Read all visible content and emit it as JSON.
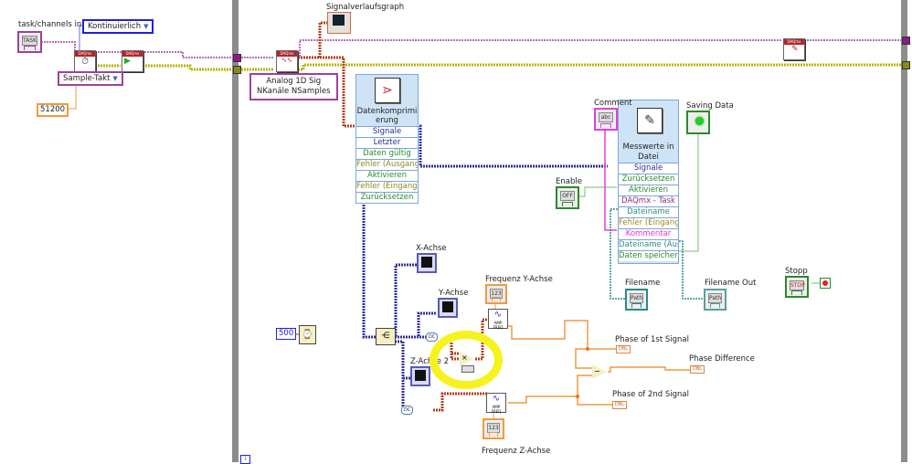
{
  "diagram": {
    "type": "LabVIEW block diagram",
    "left_section": {
      "task_channels_label": "task/channels in",
      "task_control_text": "TASK",
      "sample_mode_ring": "Kontinuierlich",
      "timing_ring": "Sample-Takt",
      "sample_rate_constant": "51200"
    },
    "loop_section": {
      "read_polymorph_ring_line1": "Analog 1D Sig",
      "read_polymorph_ring_line2": "NKanäle NSamples",
      "waveform_graph_label": "Signalverlaufsgraph",
      "data_compression": {
        "title_line1": "Datenkomprimi",
        "title_line2": "erung",
        "terminals": [
          "Signale",
          "Letzter",
          "Daten gültig",
          "Fehler (Ausgang",
          "Aktivieren",
          "Fehler (Eingang,",
          "Zurücksetzen"
        ]
      },
      "write_to_file": {
        "title_line1": "Messwerte in",
        "title_line2": "Datei schreiben",
        "terminals": [
          "Signale",
          "Zurücksetzen",
          "Aktivieren",
          "DAQmx - Task",
          "Dateiname",
          "Fehler (Eingang,",
          "Kommentar",
          "Dateiname (Aus",
          "Daten speichern"
        ]
      },
      "comment_label": "Comment",
      "comment_control_text": "abc",
      "saving_data_label": "Saving Data",
      "enable_label": "Enable",
      "enable_control_text": "OFF",
      "filename_label": "Filename",
      "filename_out_label": "Filename Out",
      "path_text": "Path",
      "stopp_label": "Stopp",
      "stop_button_text": "STOP",
      "wait_constant": "500",
      "x_axis_label": "X-Achse",
      "y_axis_label": "Y-Achse",
      "z_axis_label": "Z-Achse 2",
      "freq_y_label": "Frequenz Y-Achse",
      "freq_z_label": "Frequenz Z-Achse",
      "numeric_indicator_text": "123",
      "dbl_text": "DBL",
      "phase1_label": "Phase of 1st Signal",
      "phase2_label": "Phase of 2nd Signal",
      "phase_diff_label": "Phase Difference",
      "multiply_symbol": "×",
      "subtract_symbol": "−",
      "fft_text": "AMP FREQ",
      "dc_bundle_text": "DC"
    },
    "wire_colors": {
      "task_wire": "#a040a0",
      "error_wire": "#c8c400",
      "dynamic_data": "#3030a0",
      "waveform": "#b04020",
      "double": "#f09a40",
      "boolean": "#6cc06c",
      "path": "#2a8a8a",
      "string": "#e040e0",
      "highlight": "#f6f21e"
    }
  }
}
